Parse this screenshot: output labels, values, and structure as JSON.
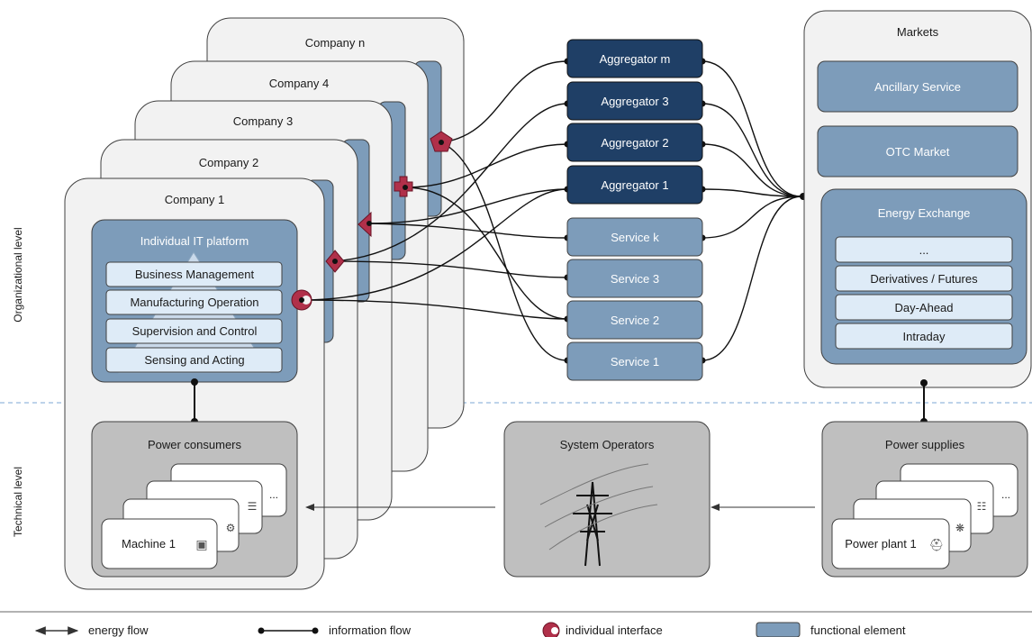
{
  "levels": {
    "organizational": "Organizational level",
    "technical": "Technical level"
  },
  "companies": [
    "Company n",
    "Company 4",
    "Company 3",
    "Company 2",
    "Company 1"
  ],
  "it_platform": {
    "title": "Individual IT platform",
    "layers": [
      "Business Management",
      "Manufacturing Operation",
      "Supervision and Control",
      "Sensing and Acting"
    ]
  },
  "power_consumers": {
    "title": "Power consumers",
    "machine": "Machine 1",
    "more": "..."
  },
  "aggregators": [
    "Aggregator m",
    "Aggregator 3",
    "Aggregator 2",
    "Aggregator 1"
  ],
  "services": [
    "Service k",
    "Service 3",
    "Service 2",
    "Service 1"
  ],
  "markets": {
    "title": "Markets",
    "ancillary": "Ancillary Service",
    "otc": "OTC Market",
    "exchange": {
      "title": "Energy Exchange",
      "items": [
        "...",
        "Derivatives / Futures",
        "Day-Ahead",
        "Intraday"
      ]
    }
  },
  "system_operators": {
    "title": "System Operators"
  },
  "power_supplies": {
    "title": "Power supplies",
    "plant": "Power plant 1",
    "more": "..."
  },
  "legend": {
    "energy_flow": "energy flow",
    "information_flow": "information flow",
    "individual_interface": "individual interface",
    "functional_element": "functional element"
  },
  "colors": {
    "functional": "#7d9cba",
    "aggregator": "#1f3f66",
    "card": "#f2f2f2",
    "technical": "#bfbfbf",
    "layer": "#deebf7",
    "interface": "#b0304a"
  }
}
